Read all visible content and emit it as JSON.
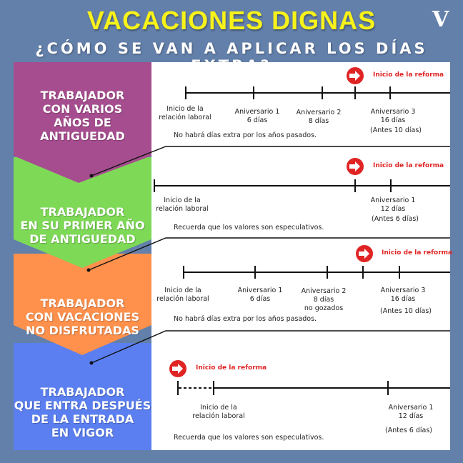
{
  "header": {
    "title": "VACACIONES DIGNAS",
    "subtitle": "¿CÓMO SE VAN A APLICAR LOS DÍAS EXTRA?",
    "logo": "V"
  },
  "colors": {
    "background": "#6380ab",
    "title": "#f7f21a",
    "purple": "#a64d8f",
    "green": "#7ed957",
    "orange": "#ff914d",
    "blue": "#5b7ff0",
    "reform": "#e02424"
  },
  "reform_label": "Inicio de la reforma",
  "sections": [
    {
      "category": "TRABAJADOR CON VARIOS AÑOS DE ANTIGUEDAD",
      "labels": [
        "Inicio de la\nrelación laboral",
        "Aniversario 1\n6 días",
        "Aniversario 2\n8 días",
        "Aniversario 3\n16 días"
      ],
      "before": "(Antes 10 días)",
      "note": "No habrá días extra por los años pasados."
    },
    {
      "category": "TRABAJADOR EN SU PRIMER AÑO DE ANTIGUEDAD",
      "labels": [
        "Inicio de la\nrelación laboral",
        "Aniversario 1\n12 días"
      ],
      "before": "(Antes 6 días)",
      "note": "Recuerda que los valores son especulativos."
    },
    {
      "category": "TRABAJADOR CON VACACIONES NO DISFRUTADAS",
      "labels": [
        "Inicio de la\nrelación laboral",
        "Aniversario 1\n6 días",
        "Aniversario 2\n8 días\nno gozados",
        "Aniversario 3\n16 días"
      ],
      "before": "(Antes 10 días)",
      "note": "No habrá días extra por los años pasados."
    },
    {
      "category": "TRABAJADOR QUE ENTRA DESPUÉS DE LA ENTRADA EN VIGOR",
      "labels": [
        "Inicio de la\nrelación laboral",
        "Aniversario 1\n12 días"
      ],
      "before": "(Antes 6 días)",
      "note": "Recuerda que los valores son especulativos."
    }
  ]
}
